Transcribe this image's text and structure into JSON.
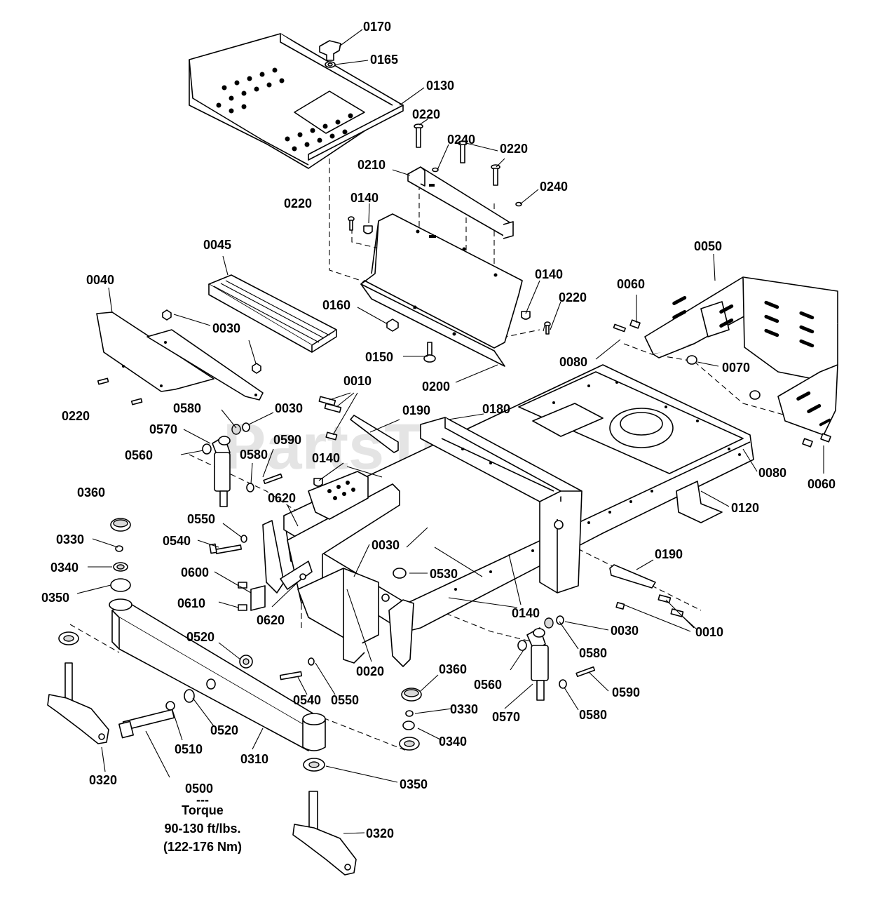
{
  "watermark": {
    "text": "PartsTree",
    "trademark": "™"
  },
  "callouts": [
    {
      "id": "c0170",
      "label": "0170"
    },
    {
      "id": "c0165",
      "label": "0165"
    },
    {
      "id": "c0130",
      "label": "0130"
    },
    {
      "id": "c0220a",
      "label": "0220"
    },
    {
      "id": "c0240a",
      "label": "0240"
    },
    {
      "id": "c0220b",
      "label": "0220"
    },
    {
      "id": "c0210",
      "label": "0210"
    },
    {
      "id": "c0240b",
      "label": "0240"
    },
    {
      "id": "c0220c",
      "label": "0220"
    },
    {
      "id": "c0140a",
      "label": "0140"
    },
    {
      "id": "c0045",
      "label": "0045"
    },
    {
      "id": "c0050",
      "label": "0050"
    },
    {
      "id": "c0040",
      "label": "0040"
    },
    {
      "id": "c0140b",
      "label": "0140"
    },
    {
      "id": "c0060a",
      "label": "0060"
    },
    {
      "id": "c0160",
      "label": "0160"
    },
    {
      "id": "c0220d",
      "label": "0220"
    },
    {
      "id": "c0030a",
      "label": "0030"
    },
    {
      "id": "c0150",
      "label": "0150"
    },
    {
      "id": "c0080a",
      "label": "0080"
    },
    {
      "id": "c0070",
      "label": "0070"
    },
    {
      "id": "c0200",
      "label": "0200"
    },
    {
      "id": "c0010a",
      "label": "0010"
    },
    {
      "id": "c0220e",
      "label": "0220"
    },
    {
      "id": "c0580a",
      "label": "0580"
    },
    {
      "id": "c0030b",
      "label": "0030"
    },
    {
      "id": "c0190a",
      "label": "0190"
    },
    {
      "id": "c0180",
      "label": "0180"
    },
    {
      "id": "c0570a",
      "label": "0570"
    },
    {
      "id": "c0590a",
      "label": "0590"
    },
    {
      "id": "c0560a",
      "label": "0560"
    },
    {
      "id": "c0580b",
      "label": "0580"
    },
    {
      "id": "c0140c",
      "label": "0140"
    },
    {
      "id": "c0080b",
      "label": "0080"
    },
    {
      "id": "c0060b",
      "label": "0060"
    },
    {
      "id": "c0360a",
      "label": "0360"
    },
    {
      "id": "c0620a",
      "label": "0620"
    },
    {
      "id": "c0120",
      "label": "0120"
    },
    {
      "id": "c0550a",
      "label": "0550"
    },
    {
      "id": "c0330a",
      "label": "0330"
    },
    {
      "id": "c0540a",
      "label": "0540"
    },
    {
      "id": "c0030c",
      "label": "0030"
    },
    {
      "id": "c0340a",
      "label": "0340"
    },
    {
      "id": "c0190b",
      "label": "0190"
    },
    {
      "id": "c0600",
      "label": "0600"
    },
    {
      "id": "c0530",
      "label": "0530"
    },
    {
      "id": "c0350a",
      "label": "0350"
    },
    {
      "id": "c0610",
      "label": "0610"
    },
    {
      "id": "c0140d",
      "label": "0140"
    },
    {
      "id": "c0620b",
      "label": "0620"
    },
    {
      "id": "c0030d",
      "label": "0030"
    },
    {
      "id": "c0010b",
      "label": "0010"
    },
    {
      "id": "c0520a",
      "label": "0520"
    },
    {
      "id": "c0580c",
      "label": "0580"
    },
    {
      "id": "c0020",
      "label": "0020"
    },
    {
      "id": "c0360b",
      "label": "0360"
    },
    {
      "id": "c0560b",
      "label": "0560"
    },
    {
      "id": "c0590b",
      "label": "0590"
    },
    {
      "id": "c0540b",
      "label": "0540"
    },
    {
      "id": "c0550b",
      "label": "0550"
    },
    {
      "id": "c0330b",
      "label": "0330"
    },
    {
      "id": "c0570b",
      "label": "0570"
    },
    {
      "id": "c0580d",
      "label": "0580"
    },
    {
      "id": "c0520b",
      "label": "0520"
    },
    {
      "id": "c0340b",
      "label": "0340"
    },
    {
      "id": "c0510",
      "label": "0510"
    },
    {
      "id": "c0310",
      "label": "0310"
    },
    {
      "id": "c0320a",
      "label": "0320"
    },
    {
      "id": "c0350b",
      "label": "0350"
    },
    {
      "id": "c0500",
      "label": "0500"
    },
    {
      "id": "c0320b",
      "label": "0320"
    }
  ],
  "torque_note": {
    "separator": "---",
    "title": "Torque",
    "imperial": "90-130 ft/lbs.",
    "metric": "(122-176 Nm)"
  }
}
